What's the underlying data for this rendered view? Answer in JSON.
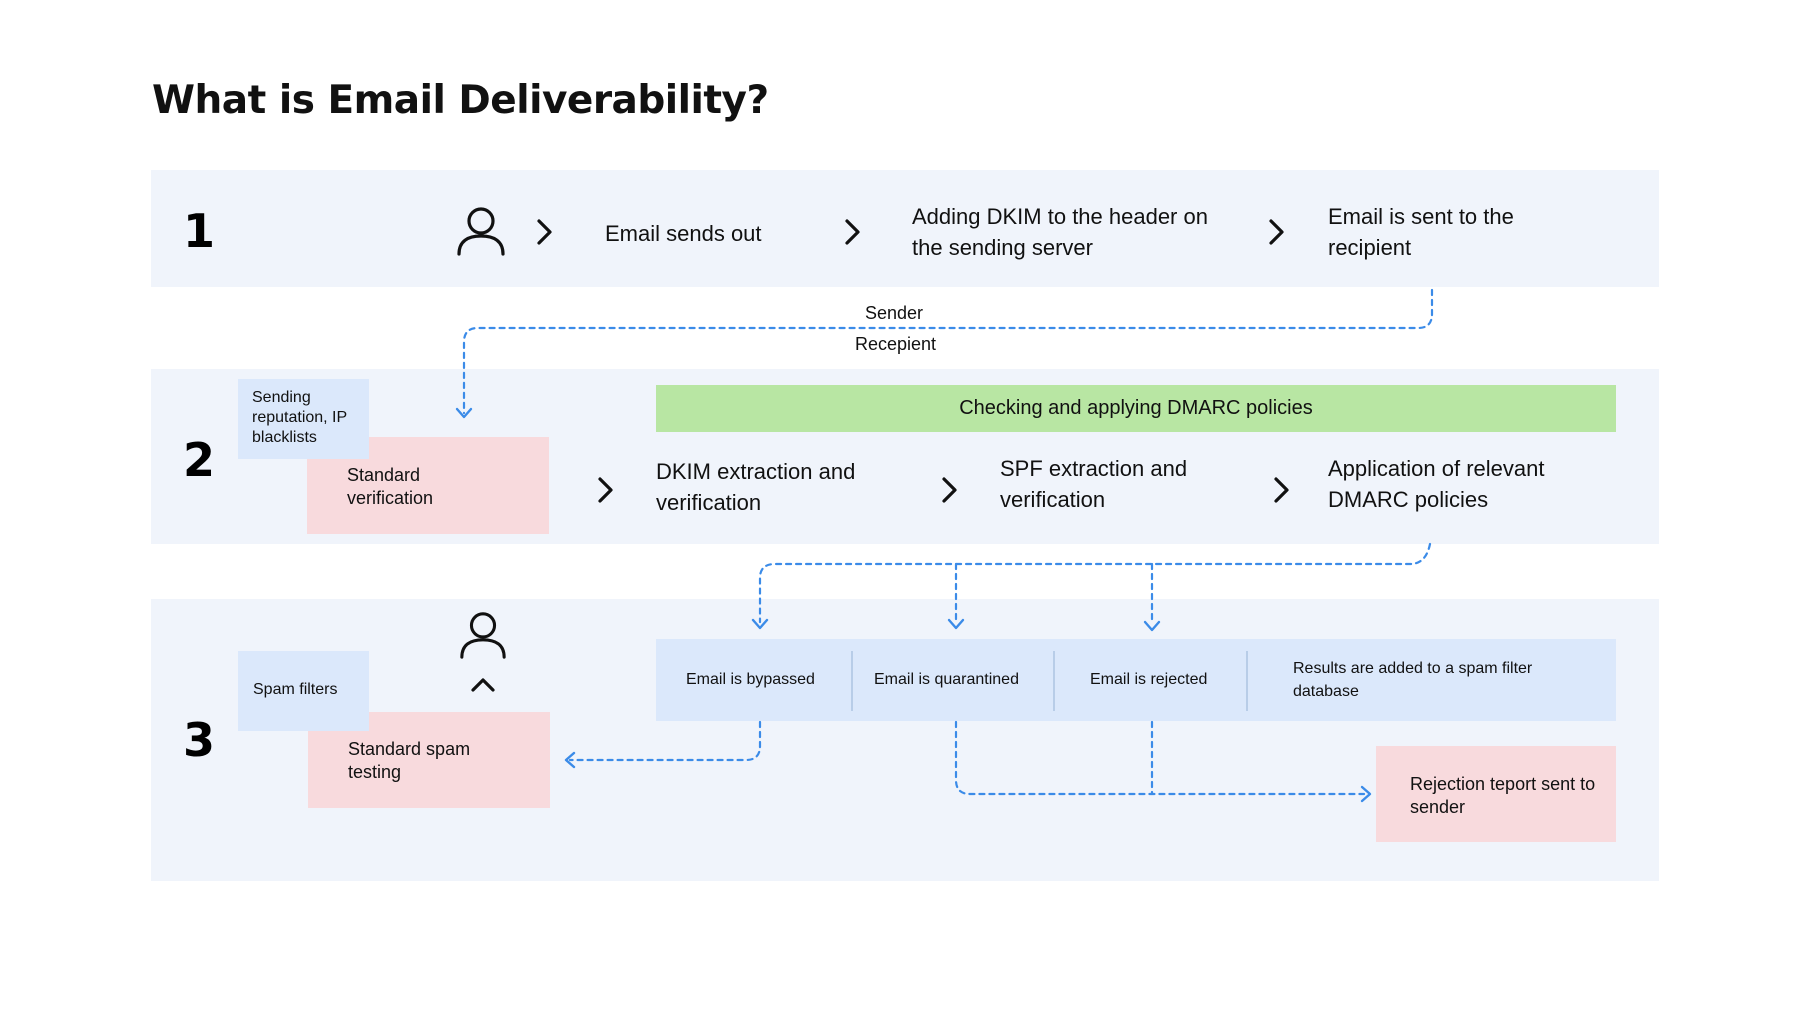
{
  "title": "What is Email Deliverability?",
  "colors": {
    "panel_bg": "#f0f4fb",
    "pink_box": "#f8dadd",
    "blue_box": "#dbe8fb",
    "green_bar": "#b8e6a3",
    "arrow_blue": "#3b8be8"
  },
  "step1": {
    "number": "1",
    "icon": "person-icon",
    "items": [
      "Email sends out",
      "Adding DKIM to the header on the sending server",
      "Email is sent to the recipient"
    ]
  },
  "divider_labels": {
    "sender": "Sender",
    "recipient": "Recepient"
  },
  "step2": {
    "number": "2",
    "reputation_note": "Sending reputation, IP blacklists",
    "standard_verification": "Standard verification",
    "dmarc_bar": "Checking and applying DMARC policies",
    "items": [
      "DKIM extraction and verification",
      "SPF extraction and verification",
      "Application of relevant DMARC policies"
    ]
  },
  "step3": {
    "number": "3",
    "icon": "person-icon",
    "spam_filters_note": "Spam filters",
    "standard_spam_testing": "Standard spam testing",
    "results": [
      "Email is bypassed",
      "Email is quarantined",
      "Email is rejected",
      "Results are added to a spam filter database"
    ],
    "rejection_report": "Rejection teport sent to sender"
  }
}
